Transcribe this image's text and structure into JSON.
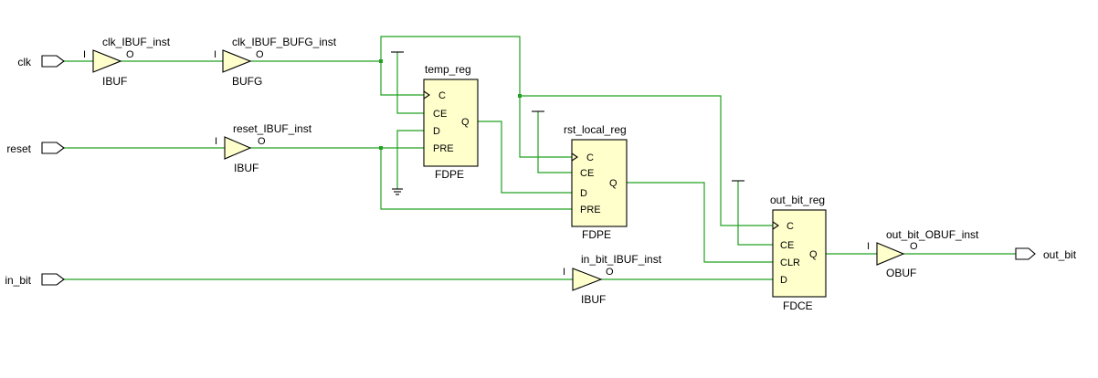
{
  "colors": {
    "wire": "#22a022",
    "cell_fill": "#ffffcc",
    "background": "#ffffff"
  },
  "ports": {
    "clk": "clk",
    "reset": "reset",
    "in_bit": "in_bit",
    "out_bit": "out_bit"
  },
  "buffers": {
    "clk_ibuf": {
      "inst": "clk_IBUF_inst",
      "type": "IBUF",
      "in_pin": "I",
      "out_pin": "O"
    },
    "clk_bufg": {
      "inst": "clk_IBUF_BUFG_inst",
      "type": "BUFG",
      "in_pin": "I",
      "out_pin": "O"
    },
    "reset_ibuf": {
      "inst": "reset_IBUF_inst",
      "type": "IBUF",
      "in_pin": "I",
      "out_pin": "O"
    },
    "in_bit_ibuf": {
      "inst": "in_bit_IBUF_inst",
      "type": "IBUF",
      "in_pin": "I",
      "out_pin": "O"
    },
    "out_bit_obuf": {
      "inst": "out_bit_OBUF_inst",
      "type": "OBUF",
      "in_pin": "I",
      "out_pin": "O"
    }
  },
  "cells": {
    "temp_reg": {
      "inst": "temp_reg",
      "type": "FDPE",
      "pins": {
        "c": "C",
        "ce": "CE",
        "d": "D",
        "ctrl": "PRE",
        "q": "Q"
      }
    },
    "rst_local_reg": {
      "inst": "rst_local_reg",
      "type": "FDPE",
      "pins": {
        "c": "C",
        "ce": "CE",
        "d": "D",
        "ctrl": "PRE",
        "q": "Q"
      }
    },
    "out_bit_reg": {
      "inst": "out_bit_reg",
      "type": "FDCE",
      "pins": {
        "c": "C",
        "ce": "CE",
        "ctrl": "CLR",
        "d": "D",
        "q": "Q"
      }
    }
  }
}
